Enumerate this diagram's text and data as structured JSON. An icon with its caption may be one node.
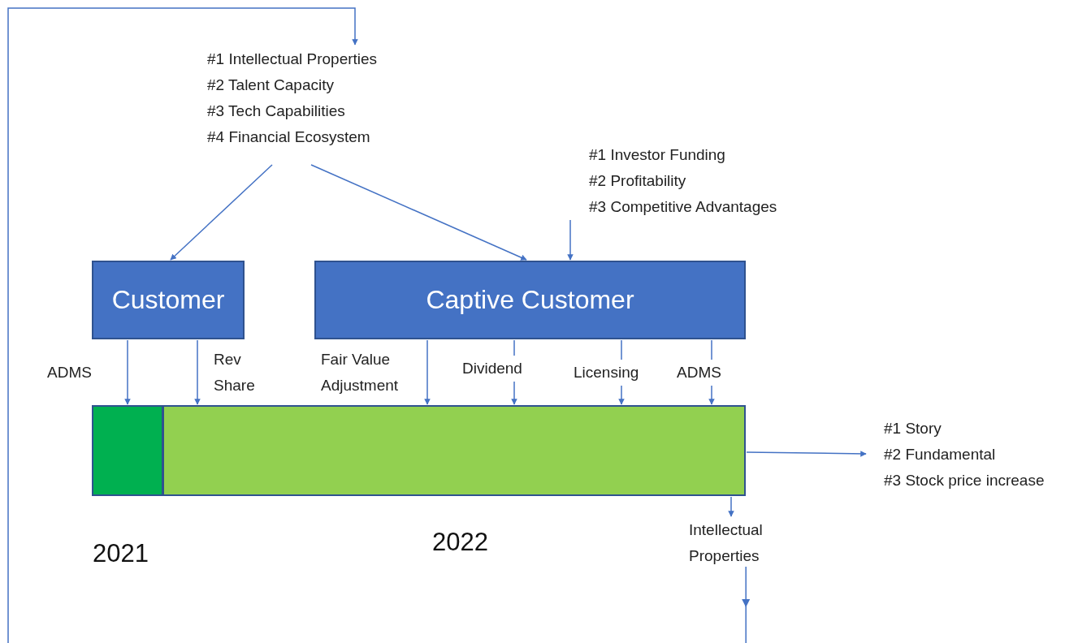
{
  "diagram": {
    "nodes": [
      {
        "text": [
          "#1 Intellectual Properties",
          "#2 Talent Capacity",
          "#3 Tech Capabilities",
          "#4 Financial Ecosystem"
        ]
      },
      {
        "text": [
          "#1 Investor Funding",
          "#2 Profitability",
          "#3 Competitive Advantages"
        ]
      },
      {
        "text": [
          "Customer"
        ]
      },
      {
        "text": [
          "Captive Customer"
        ]
      },
      {
        "text": [],
        "shape": "bar",
        "beside": [
          "2021"
        ]
      },
      {
        "text": [],
        "shape": "bar",
        "beside": [
          "2022"
        ]
      },
      {
        "text": [
          "#1 Story",
          "#2 Fundamental",
          "#3 Stock price increase"
        ]
      },
      {
        "text": [
          "Intellectual Properties"
        ]
      }
    ],
    "edges": [
      {
        "from": 0,
        "to": 2,
        "arrow": "to"
      },
      {
        "from": 0,
        "to": 3,
        "arrow": "to"
      },
      {
        "from": 1,
        "to": 3,
        "arrow": "to"
      },
      {
        "from": 2,
        "to": 4,
        "arrow": "to",
        "label": "ADMS"
      },
      {
        "from": 2,
        "to": 5,
        "arrow": "to",
        "label": "Rev Share"
      },
      {
        "from": 3,
        "to": 5,
        "arrow": "to",
        "label": "Fair Value Adjustment"
      },
      {
        "from": 3,
        "to": 5,
        "arrow": "to",
        "label": "Dividend"
      },
      {
        "from": 3,
        "to": 5,
        "arrow": "to",
        "label": "Licensing"
      },
      {
        "from": 3,
        "to": 5,
        "arrow": "to",
        "label": "ADMS"
      },
      {
        "from": 5,
        "to": 6,
        "arrow": "to"
      },
      {
        "from": 5,
        "to": 7,
        "arrow": "to"
      },
      {
        "from": 7,
        "to": 0,
        "arrow": "to"
      }
    ]
  }
}
